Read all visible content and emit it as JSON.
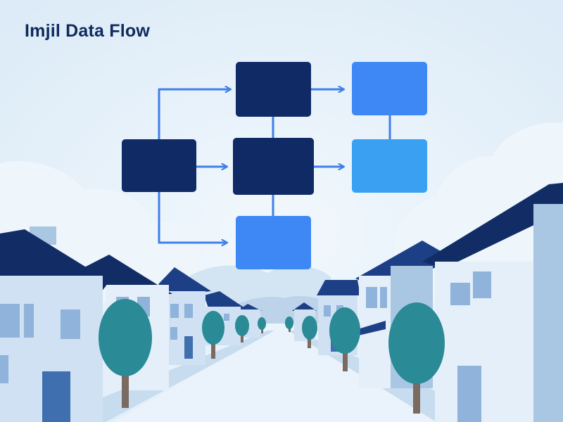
{
  "page": {
    "title": "Imjil Data Flow",
    "title_color": "#0f2a5c"
  },
  "colors": {
    "sky": "#dcebf7",
    "sky_glow": "#f2f8fd",
    "cloud": "#eef5fb",
    "cloud_shadow": "#d3e4f3",
    "hill": "#bcd3ea",
    "road": "#eaf3fb",
    "sidewalk": "#c7dcef",
    "house_wall": "#cfe1f2",
    "house_wall_light": "#e4eff9",
    "house_side": "#a9c6e2",
    "roof": "#1c3f86",
    "roof_dark": "#122d66",
    "window": "#8fb3da",
    "door": "#3f6fae",
    "tree": "#2a8a96",
    "tree_dark": "#1f7480",
    "trunk": "#7a6a60",
    "connector": "#3f80e8",
    "node_dark": "#102a66",
    "node_blue": "#3d88f5",
    "node_light": "#3aa0f2"
  },
  "diagram": {
    "nodes": [
      {
        "id": "source",
        "tone": "node_dark"
      },
      {
        "id": "top-process",
        "tone": "node_dark"
      },
      {
        "id": "center-process",
        "tone": "node_dark"
      },
      {
        "id": "bottom-store",
        "tone": "node_blue"
      },
      {
        "id": "top-output",
        "tone": "node_blue"
      },
      {
        "id": "right-output",
        "tone": "node_light"
      }
    ],
    "edges": [
      {
        "from": "source",
        "to": "top-process",
        "arrow": true
      },
      {
        "from": "source",
        "to": "center-process",
        "arrow": true
      },
      {
        "from": "source",
        "to": "bottom-store",
        "arrow": true
      },
      {
        "from": "top-process",
        "to": "top-output",
        "arrow": true
      },
      {
        "from": "center-process",
        "to": "right-output",
        "arrow": true
      },
      {
        "from": "top-process",
        "to": "center-process",
        "arrow": false
      },
      {
        "from": "center-process",
        "to": "bottom-store",
        "arrow": false
      },
      {
        "from": "top-output",
        "to": "right-output",
        "arrow": false
      }
    ]
  }
}
